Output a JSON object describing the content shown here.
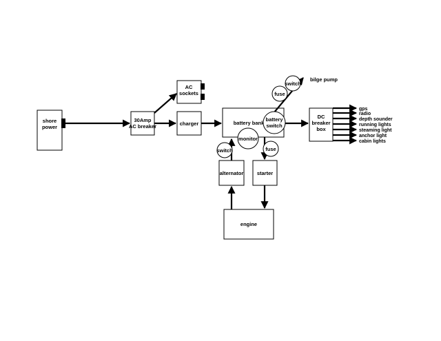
{
  "boxes": {
    "shore_power": [
      "shore",
      "power"
    ],
    "breaker_30amp": [
      "30Amp",
      "AC breaker"
    ],
    "ac_sockets": [
      "AC",
      "sockets"
    ],
    "charger": [
      "charger"
    ],
    "battery_bank": [
      "battery bank"
    ],
    "dc_breaker_box": [
      "DC",
      "breaker",
      "box"
    ],
    "alternator": [
      "alternator"
    ],
    "starter": [
      "starter"
    ],
    "engine": [
      "engine"
    ]
  },
  "circles": {
    "monitor": [
      "monitor"
    ],
    "battery_switch": [
      "battery",
      "switch"
    ],
    "fuse_top": [
      "fuse"
    ],
    "switch_top": [
      "switch"
    ],
    "switch_alt": [
      "switch"
    ],
    "fuse_starter": [
      "fuse"
    ]
  },
  "labels": {
    "bilge_pump": "bilge pump"
  },
  "dc_circuits": [
    "gps",
    "radio",
    "depth sounder",
    "running lights",
    "steaming light",
    "anchor light",
    "cabin lights"
  ]
}
